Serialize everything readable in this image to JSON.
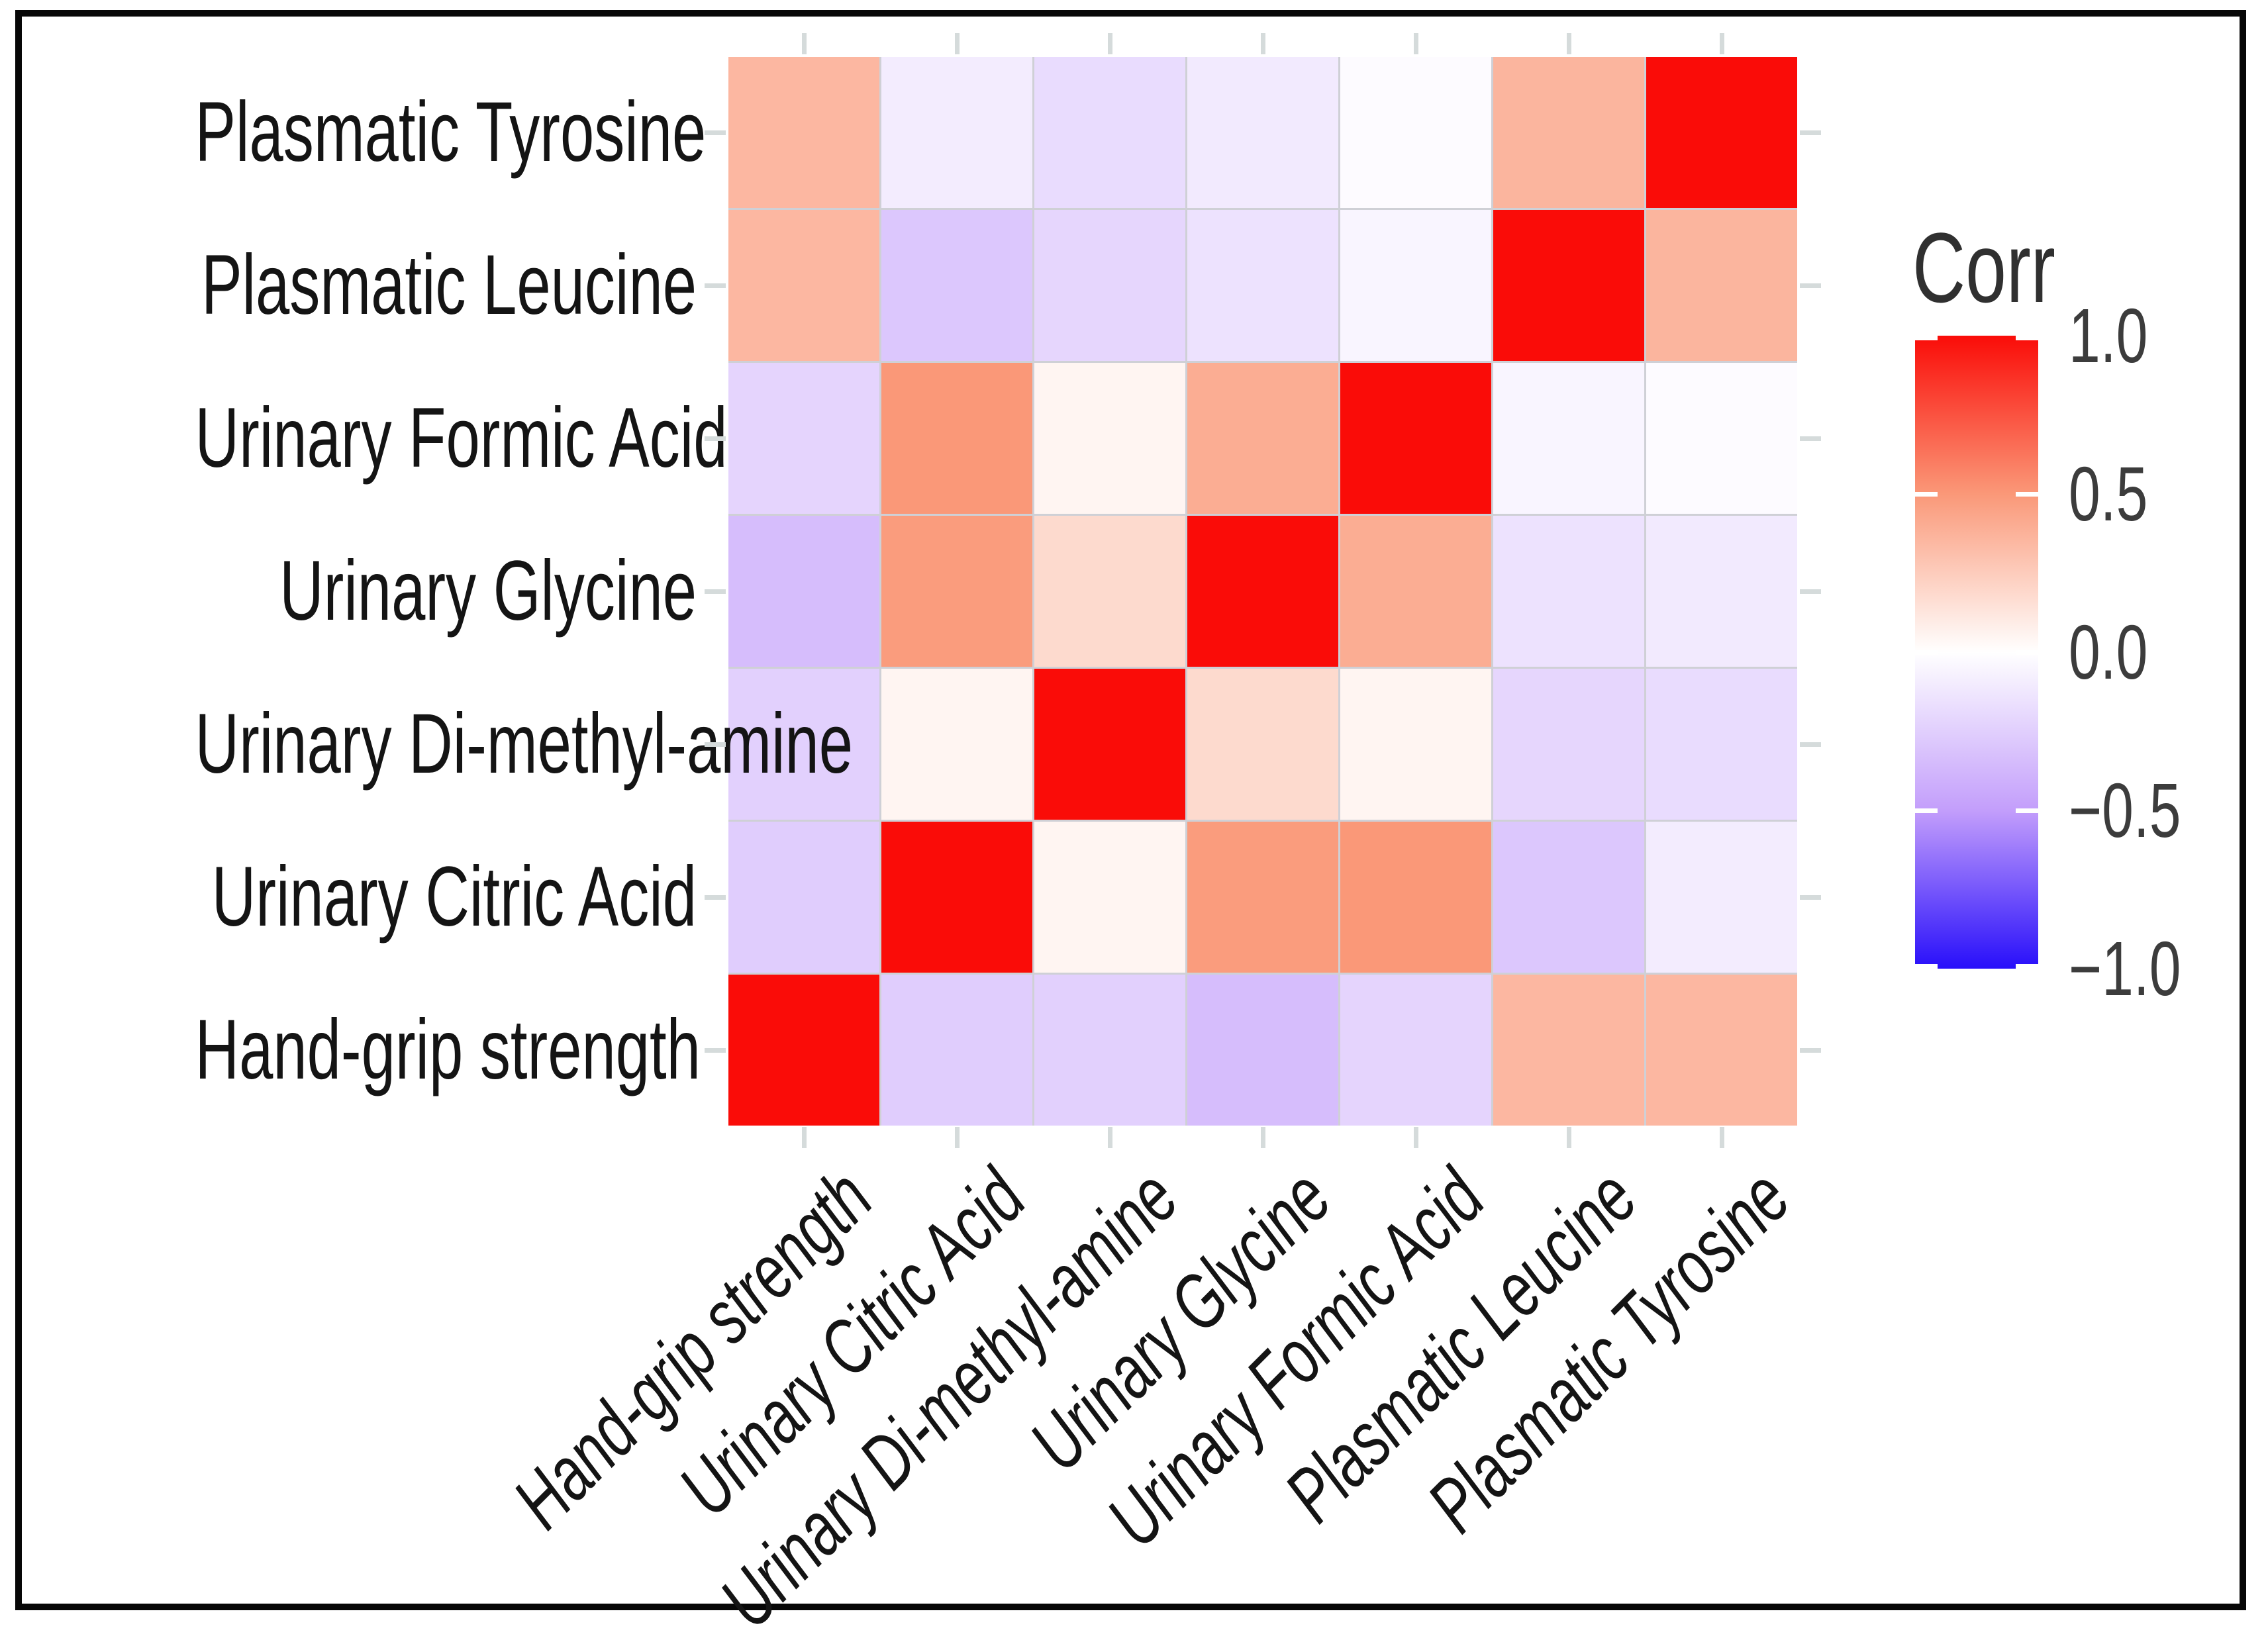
{
  "chart_data": {
    "type": "heatmap",
    "title": "",
    "x_categories": [
      "Hand-grip strength",
      "Urinary Citric Acid",
      "Urinary Di-methyl-amine",
      "Urinary Glycine",
      "Urinary Formic Acid",
      "Plasmatic Leucine",
      "Plasmatic Tyrosine"
    ],
    "y_categories": [
      "Plasmatic Tyrosine",
      "Plasmatic Leucine",
      "Urinary Formic Acid",
      "Urinary Glycine",
      "Urinary Di-methyl-amine",
      "Urinary Citric Acid",
      "Hand-grip strength"
    ],
    "matrix": [
      [
        0.35,
        -0.1,
        -0.18,
        -0.11,
        -0.02,
        0.36,
        1.0
      ],
      [
        0.35,
        -0.29,
        -0.21,
        -0.15,
        -0.05,
        1.0,
        0.36
      ],
      [
        -0.22,
        0.5,
        0.05,
        0.4,
        1.0,
        -0.05,
        -0.02
      ],
      [
        -0.34,
        0.48,
        0.18,
        1.0,
        0.4,
        -0.15,
        -0.11
      ],
      [
        -0.24,
        0.05,
        1.0,
        0.18,
        0.05,
        -0.21,
        -0.18
      ],
      [
        -0.26,
        1.0,
        0.05,
        0.48,
        0.5,
        -0.29,
        -0.1
      ],
      [
        1.0,
        -0.26,
        -0.24,
        -0.34,
        -0.22,
        0.35,
        0.35
      ]
    ],
    "value_range": [
      -1,
      1
    ],
    "legend": {
      "title": "Corr",
      "position": "right",
      "ticks": [
        {
          "label": "1.0",
          "value": 1.0
        },
        {
          "label": "0.5",
          "value": 0.5
        },
        {
          "label": "0.0",
          "value": 0.0
        },
        {
          "label": "−0.5",
          "value": -0.5
        },
        {
          "label": "−1.0",
          "value": -1.0
        }
      ]
    },
    "colormap": {
      "zero": "#FFFFFF",
      "pos_mid": "#FA9878",
      "pos_max": "#FA0C08",
      "neg_mid": "#C39EFB",
      "neg_max": "#280FFA",
      "mid_at": 0.5
    },
    "layout": {
      "grid_seam_color": "#CFD0D6",
      "tick_color": "#D5DBDB",
      "frame_color": "#070707",
      "x_label_style": "italic, rotated 45deg",
      "grid_on": false
    }
  }
}
